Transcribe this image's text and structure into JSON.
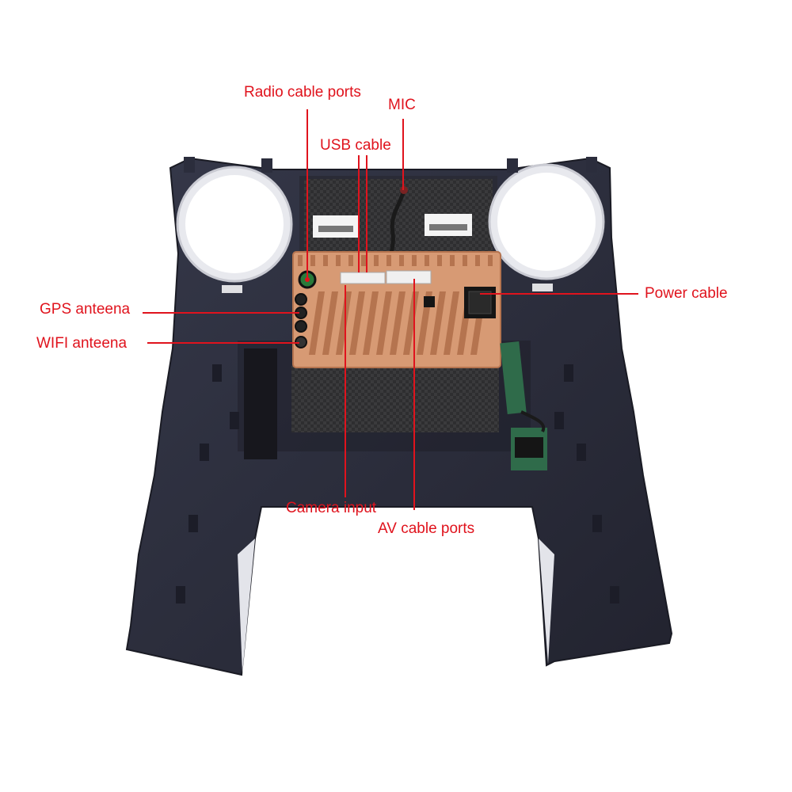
{
  "labels": {
    "radio_cable_ports": "Radio cable ports",
    "mic": "MIC",
    "usb_cable": "USB cable",
    "power_cable": "Power cable",
    "gps_antenna": "GPS anteena",
    "wifi_antenna": "WIFI anteena",
    "camera_input": "Camera input",
    "av_cable_ports": "AV cable ports"
  },
  "colors": {
    "callout": "#e0131d",
    "frame": "#2b2d3c",
    "frame_shadow": "#1c1d28",
    "heat_sink": "#d79a74",
    "heat_sink_dark": "#b5744f",
    "mesh": "#3a3a3c",
    "ring": "#e8e9ee",
    "background": "#ffffff"
  }
}
